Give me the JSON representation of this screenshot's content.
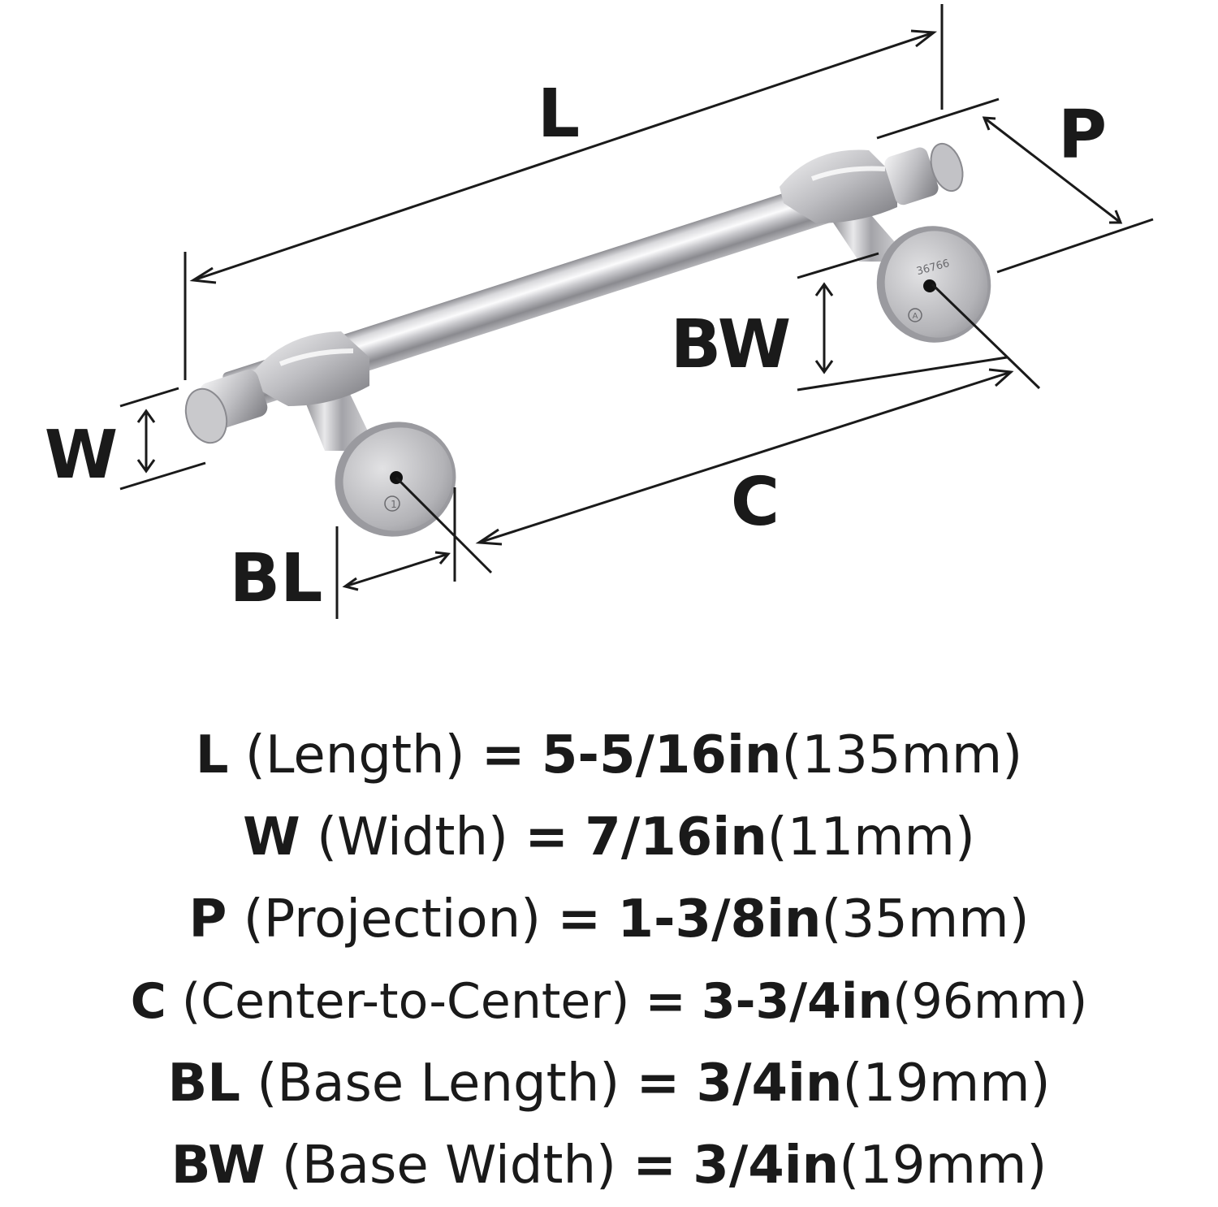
{
  "diagram": {
    "labels": {
      "L": "L",
      "P": "P",
      "BW": "BW",
      "W": "W",
      "C": "C",
      "BL": "BL"
    },
    "base_marks": {
      "right_code": "36766",
      "right_symbol": "A",
      "left_symbol": "1"
    },
    "colors": {
      "metal_light": "#e9e9eb",
      "metal_mid": "#b9b9bd",
      "metal_dark": "#6d6d72",
      "line": "#1a1a1a"
    }
  },
  "specs": [
    {
      "code": "L",
      "name": "(Length)",
      "eq": "=",
      "imperial": "5-5/16in",
      "metric": "(135mm)"
    },
    {
      "code": "W",
      "name": "(Width)",
      "eq": "=",
      "imperial": "7/16in",
      "metric": "(11mm)"
    },
    {
      "code": "P",
      "name": "(Projection)",
      "eq": "=",
      "imperial": "1-3/8in",
      "metric": "(35mm)"
    },
    {
      "code": "C",
      "name": "(Center-to-Center)",
      "eq": "=",
      "imperial": "3-3/4in",
      "metric": "(96mm)"
    },
    {
      "code": "BL",
      "name": "(Base Length)",
      "eq": "=",
      "imperial": "3/4in",
      "metric": "(19mm)"
    },
    {
      "code": "BW",
      "name": "(Base Width)",
      "eq": "=",
      "imperial": "3/4in",
      "metric": "(19mm)"
    }
  ]
}
